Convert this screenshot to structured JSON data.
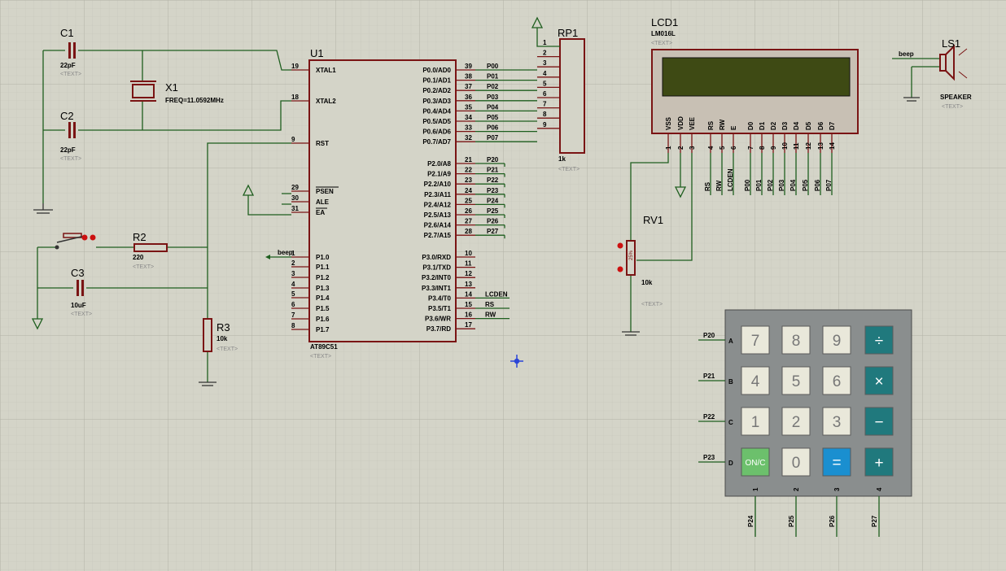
{
  "components": {
    "c1": {
      "ref": "C1",
      "value": "22pF",
      "text": "<TEXT>"
    },
    "c2": {
      "ref": "C2",
      "value": "22pF",
      "text": "<TEXT>"
    },
    "c3": {
      "ref": "C3",
      "value": "10uF",
      "text": "<TEXT>"
    },
    "x1": {
      "ref": "X1",
      "value": "FREQ=11.0592MHz"
    },
    "r2": {
      "ref": "R2",
      "value": "220",
      "text": "<TEXT>"
    },
    "r3": {
      "ref": "R3",
      "value": "10k",
      "text": "<TEXT>"
    },
    "u1": {
      "ref": "U1",
      "part": "AT89C51",
      "text": "<TEXT>"
    },
    "rp1": {
      "ref": "RP1",
      "value": "1k",
      "text": "<TEXT>"
    },
    "lcd1": {
      "ref": "LCD1",
      "part": "LM016L",
      "text": "<TEXT>"
    },
    "rv1": {
      "ref": "RV1",
      "value": "10k",
      "text": "<TEXT>",
      "pct": "25%"
    },
    "ls1": {
      "ref": "LS1",
      "part": "SPEAKER",
      "text": "<TEXT>"
    }
  },
  "u1_left_pins": [
    {
      "num": "19",
      "name": "XTAL1"
    },
    {
      "num": "18",
      "name": "XTAL2"
    },
    {
      "num": "9",
      "name": "RST"
    },
    {
      "num": "29",
      "name": "PSEN"
    },
    {
      "num": "30",
      "name": "ALE"
    },
    {
      "num": "31",
      "name": "EA"
    },
    {
      "num": "1",
      "name": "P1.0"
    },
    {
      "num": "2",
      "name": "P1.1"
    },
    {
      "num": "3",
      "name": "P1.2"
    },
    {
      "num": "4",
      "name": "P1.3"
    },
    {
      "num": "5",
      "name": "P1.4"
    },
    {
      "num": "6",
      "name": "P1.5"
    },
    {
      "num": "7",
      "name": "P1.6"
    },
    {
      "num": "8",
      "name": "P1.7"
    }
  ],
  "u1_right_pins": [
    {
      "num": "39",
      "name": "P0.0/AD0",
      "net": "P00"
    },
    {
      "num": "38",
      "name": "P0.1/AD1",
      "net": "P01"
    },
    {
      "num": "37",
      "name": "P0.2/AD2",
      "net": "P02"
    },
    {
      "num": "36",
      "name": "P0.3/AD3",
      "net": "P03"
    },
    {
      "num": "35",
      "name": "P0.4/AD4",
      "net": "P04"
    },
    {
      "num": "34",
      "name": "P0.5/AD5",
      "net": "P05"
    },
    {
      "num": "33",
      "name": "P0.6/AD6",
      "net": "P06"
    },
    {
      "num": "32",
      "name": "P0.7/AD7",
      "net": "P07"
    },
    {
      "num": "21",
      "name": "P2.0/A8",
      "net": "P20"
    },
    {
      "num": "22",
      "name": "P2.1/A9",
      "net": "P21"
    },
    {
      "num": "23",
      "name": "P2.2/A10",
      "net": "P22"
    },
    {
      "num": "24",
      "name": "P2.3/A11",
      "net": "P23"
    },
    {
      "num": "25",
      "name": "P2.4/A12",
      "net": "P24"
    },
    {
      "num": "26",
      "name": "P2.5/A13",
      "net": "P25"
    },
    {
      "num": "27",
      "name": "P2.6/A14",
      "net": "P26"
    },
    {
      "num": "28",
      "name": "P2.7/A15",
      "net": "P27"
    },
    {
      "num": "10",
      "name": "P3.0/RXD",
      "net": ""
    },
    {
      "num": "11",
      "name": "P3.1/TXD",
      "net": ""
    },
    {
      "num": "12",
      "name": "P3.2/INT0",
      "net": ""
    },
    {
      "num": "13",
      "name": "P3.3/INT1",
      "net": ""
    },
    {
      "num": "14",
      "name": "P3.4/T0",
      "net": "LCDEN"
    },
    {
      "num": "15",
      "name": "P3.5/T1",
      "net": "RS"
    },
    {
      "num": "16",
      "name": "P3.6/WR",
      "net": "RW"
    },
    {
      "num": "17",
      "name": "P3.7/RD",
      "net": ""
    }
  ],
  "beep_net": "beep",
  "rp1_pins": [
    "1",
    "2",
    "3",
    "4",
    "5",
    "6",
    "7",
    "8",
    "9"
  ],
  "lcd_pins": [
    {
      "name": "VSS",
      "num": "1",
      "net": ""
    },
    {
      "name": "VDD",
      "num": "2",
      "net": ""
    },
    {
      "name": "VEE",
      "num": "3",
      "net": ""
    },
    {
      "name": "RS",
      "num": "4",
      "net": "RS"
    },
    {
      "name": "RW",
      "num": "5",
      "net": "RW"
    },
    {
      "name": "E",
      "num": "6",
      "net": "LCDEN"
    },
    {
      "name": "D0",
      "num": "7",
      "net": "P00"
    },
    {
      "name": "D1",
      "num": "8",
      "net": "P01"
    },
    {
      "name": "D2",
      "num": "9",
      "net": "P02"
    },
    {
      "name": "D3",
      "num": "10",
      "net": "P03"
    },
    {
      "name": "D4",
      "num": "11",
      "net": "P04"
    },
    {
      "name": "D5",
      "num": "12",
      "net": "P05"
    },
    {
      "name": "D6",
      "num": "13",
      "net": "P06"
    },
    {
      "name": "D7",
      "num": "14",
      "net": "P07"
    }
  ],
  "keypad": {
    "rows": [
      {
        "letter": "A",
        "net": "P20",
        "keys": [
          "7",
          "8",
          "9",
          "÷"
        ]
      },
      {
        "letter": "B",
        "net": "P21",
        "keys": [
          "4",
          "5",
          "6",
          "×"
        ]
      },
      {
        "letter": "C",
        "net": "P22",
        "keys": [
          "1",
          "2",
          "3",
          "−"
        ]
      },
      {
        "letter": "D",
        "net": "P23",
        "keys": [
          "ON/C",
          "0",
          "=",
          "+"
        ]
      }
    ],
    "cols": [
      {
        "num": "1",
        "net": "P24"
      },
      {
        "num": "2",
        "net": "P25"
      },
      {
        "num": "3",
        "net": "P26"
      },
      {
        "num": "4",
        "net": "P27"
      }
    ]
  },
  "colors": {
    "background": "#d4d4c8",
    "grid": "#bbbbaf",
    "wire": "#1e5e1e",
    "body": "#7a1414",
    "lcd_screen": "#3e4a14",
    "keypad": "#8a8e8e",
    "key_light": "#e9e8da",
    "key_teal": "#20797d",
    "key_blue": "#1a8fd0",
    "key_green": "#6cc06c",
    "pin_red": "#cc1010"
  }
}
